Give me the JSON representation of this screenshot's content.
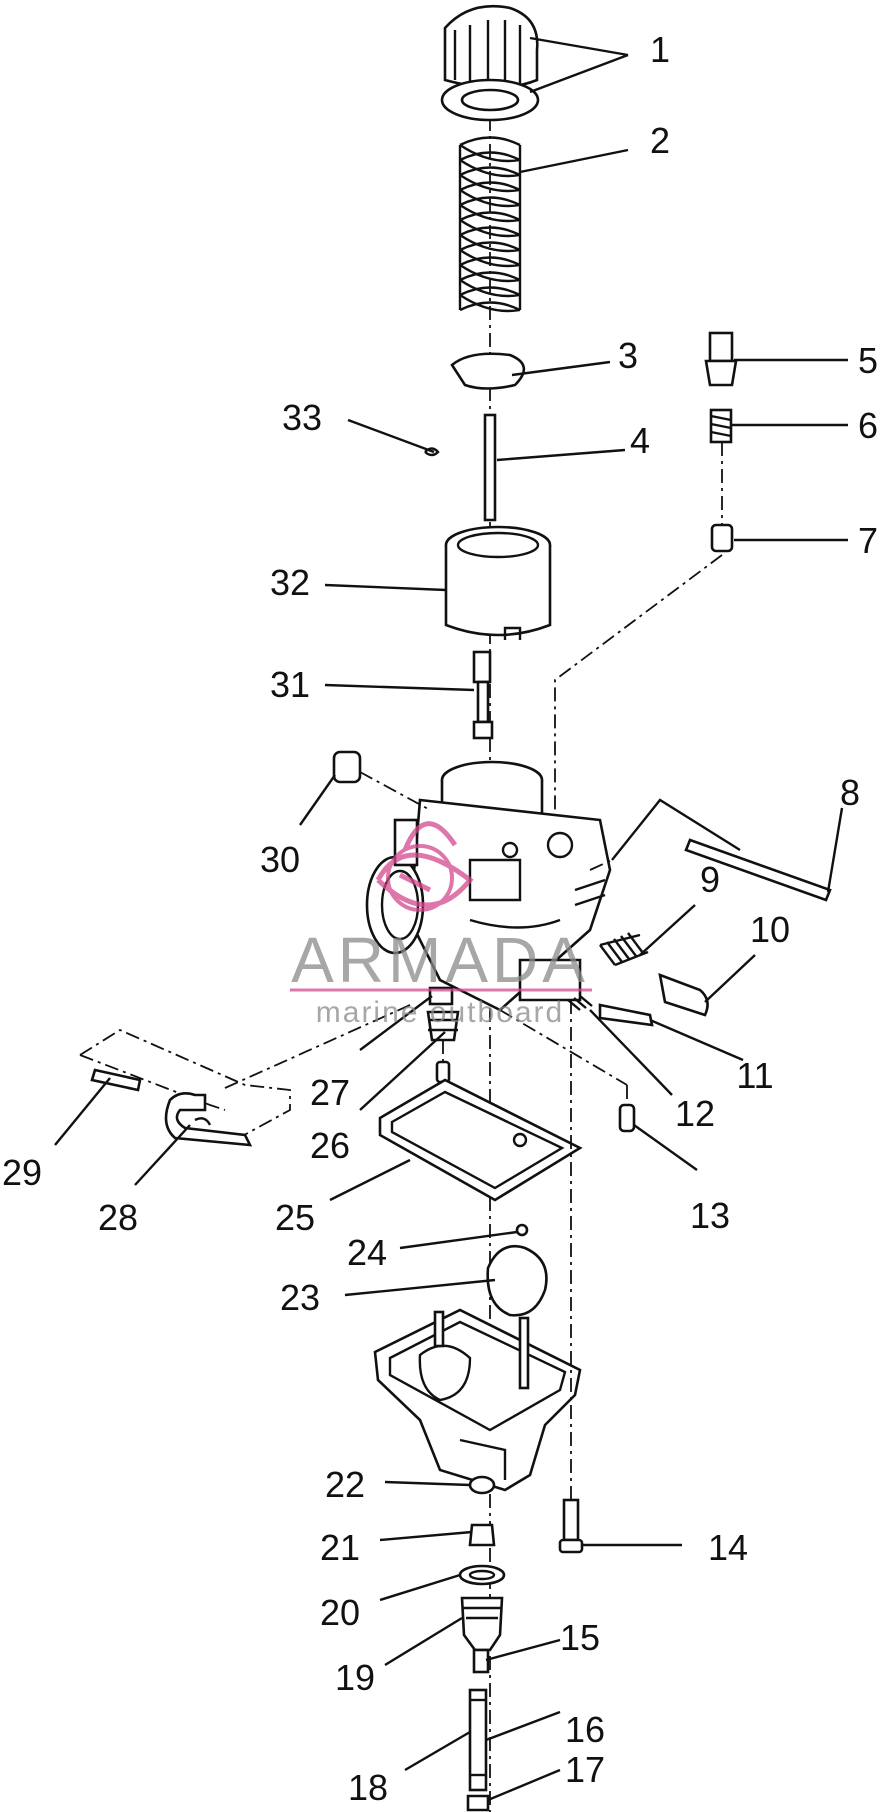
{
  "diagram": {
    "callouts": [
      {
        "id": "1",
        "text": "1"
      },
      {
        "id": "2",
        "text": "2"
      },
      {
        "id": "3",
        "text": "3"
      },
      {
        "id": "4",
        "text": "4"
      },
      {
        "id": "5",
        "text": "5"
      },
      {
        "id": "6",
        "text": "6"
      },
      {
        "id": "7",
        "text": "7"
      },
      {
        "id": "8",
        "text": "8"
      },
      {
        "id": "9",
        "text": "9"
      },
      {
        "id": "10",
        "text": "10"
      },
      {
        "id": "11",
        "text": "11"
      },
      {
        "id": "12",
        "text": "12"
      },
      {
        "id": "13",
        "text": "13"
      },
      {
        "id": "14",
        "text": "14"
      },
      {
        "id": "15",
        "text": "15"
      },
      {
        "id": "16",
        "text": "16"
      },
      {
        "id": "17",
        "text": "17"
      },
      {
        "id": "18",
        "text": "18"
      },
      {
        "id": "19",
        "text": "19"
      },
      {
        "id": "20",
        "text": "20"
      },
      {
        "id": "21",
        "text": "21"
      },
      {
        "id": "22",
        "text": "22"
      },
      {
        "id": "23",
        "text": "23"
      },
      {
        "id": "24",
        "text": "24"
      },
      {
        "id": "25",
        "text": "25"
      },
      {
        "id": "26",
        "text": "26"
      },
      {
        "id": "27",
        "text": "27"
      },
      {
        "id": "28",
        "text": "28"
      },
      {
        "id": "29",
        "text": "29"
      },
      {
        "id": "30",
        "text": "30"
      },
      {
        "id": "31",
        "text": "31"
      },
      {
        "id": "32",
        "text": "32"
      },
      {
        "id": "33",
        "text": "33"
      }
    ]
  },
  "watermark": {
    "brand": "ARMADA",
    "tagline": "marine outboard",
    "color": "#d4478f",
    "text_color": "#8a8a8a"
  }
}
